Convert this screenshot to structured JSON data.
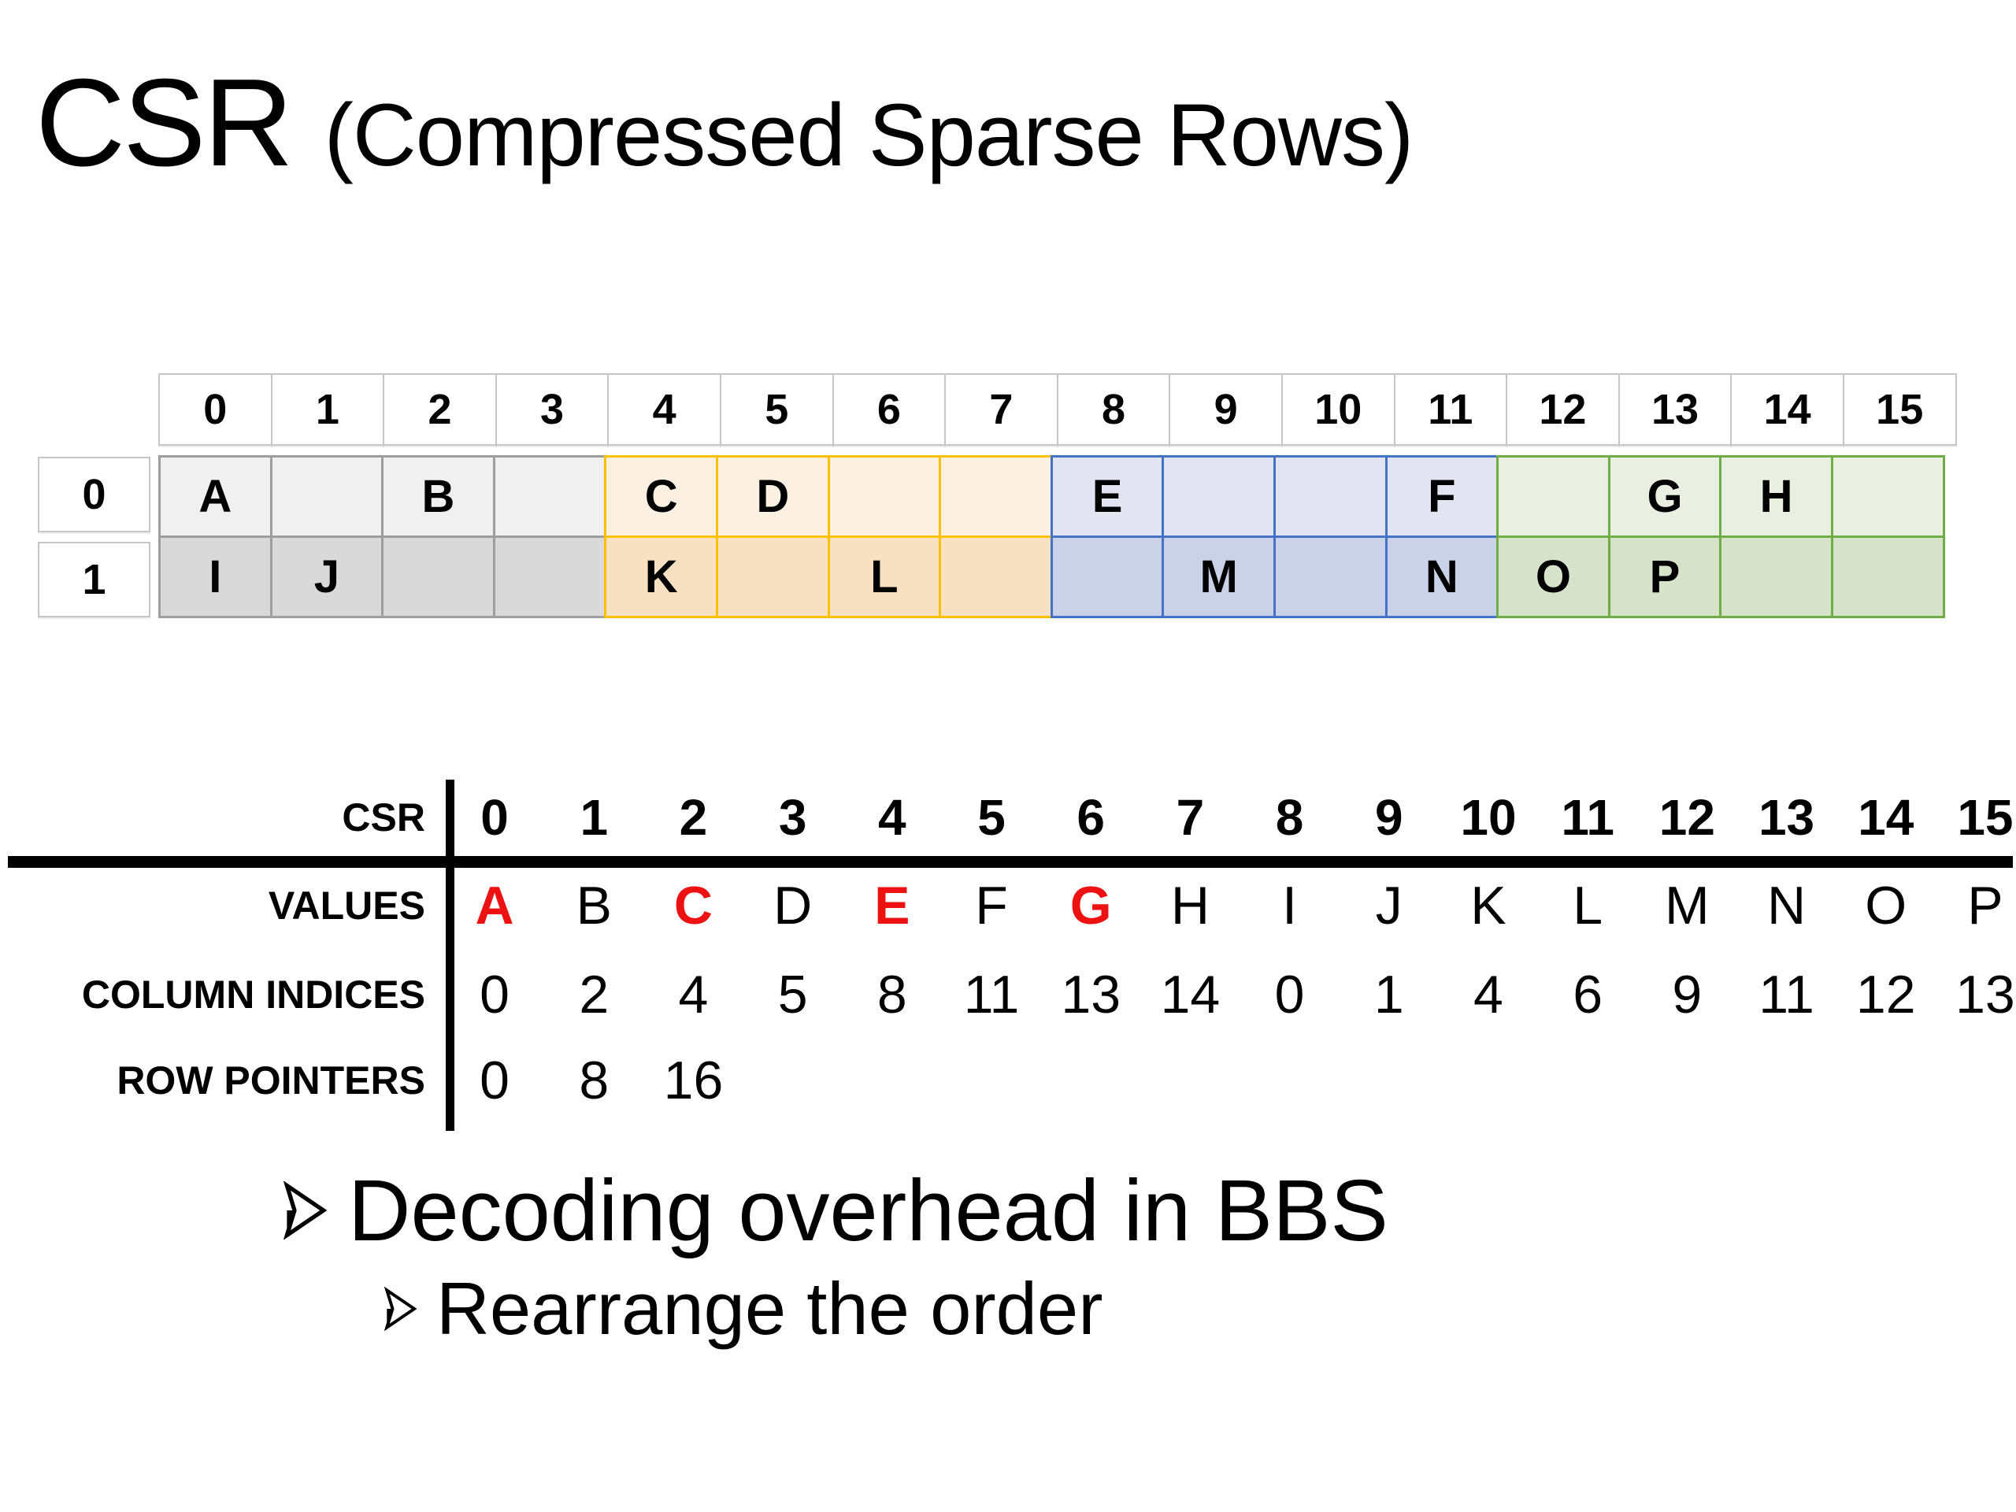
{
  "title": {
    "main": "CSR",
    "subtitle": "(Compressed Sparse Rows)"
  },
  "matrix": {
    "column_headers": [
      "0",
      "1",
      "2",
      "3",
      "4",
      "5",
      "6",
      "7",
      "8",
      "9",
      "10",
      "11",
      "12",
      "13",
      "14",
      "15"
    ],
    "row_headers": [
      "0",
      "1"
    ],
    "cells": [
      [
        "A",
        "",
        "B",
        "",
        "C",
        "D",
        "",
        "",
        "E",
        "",
        "",
        "F",
        "",
        "G",
        "H",
        ""
      ],
      [
        "I",
        "J",
        "",
        "",
        "K",
        "",
        "L",
        "",
        "",
        "M",
        "",
        "N",
        "O",
        "P",
        "",
        ""
      ]
    ],
    "column_groups": [
      "gray",
      "gray",
      "gray",
      "gray",
      "yellow",
      "yellow",
      "yellow",
      "yellow",
      "blue",
      "blue",
      "blue",
      "blue",
      "green",
      "green",
      "green",
      "green"
    ]
  },
  "colors": {
    "red_value": "#EE1111",
    "header_cell_border": "#C6C6C6",
    "groups": {
      "gray": {
        "border": "#9E9E9E",
        "row0": "#F0F0F0",
        "row1": "#D9D9D9"
      },
      "yellow": {
        "border": "#FFC000",
        "row0": "#FCF0E3",
        "row1": "#F8E1C3"
      },
      "blue": {
        "border": "#4472C4",
        "row0": "#E2E5F1",
        "row1": "#CAD2E8"
      },
      "green": {
        "border": "#70AD47",
        "row0": "#E9F0E2",
        "row1": "#D6E2C9"
      }
    }
  },
  "csr_table": {
    "corner_label": "CSR",
    "column_headers": [
      "0",
      "1",
      "2",
      "3",
      "4",
      "5",
      "6",
      "7",
      "8",
      "9",
      "10",
      "11",
      "12",
      "13",
      "14",
      "15"
    ],
    "values": {
      "label": "VALUES",
      "cells": [
        "A",
        "B",
        "C",
        "D",
        "E",
        "F",
        "G",
        "H",
        "I",
        "J",
        "K",
        "L",
        "M",
        "N",
        "O",
        "P"
      ],
      "red_indices": [
        0,
        2,
        4,
        6
      ]
    },
    "column_indices": {
      "label": "COLUMN INDICES",
      "cells": [
        "0",
        "2",
        "4",
        "5",
        "8",
        "11",
        "13",
        "14",
        "0",
        "1",
        "4",
        "6",
        "9",
        "11",
        "12",
        "13"
      ]
    },
    "row_pointers": {
      "label": "ROW POINTERS",
      "cells": [
        "0",
        "8",
        "16"
      ]
    }
  },
  "bullets": [
    {
      "text": "Decoding overhead in BBS",
      "level": 1
    },
    {
      "text": "Rearrange the order",
      "level": 2
    }
  ]
}
